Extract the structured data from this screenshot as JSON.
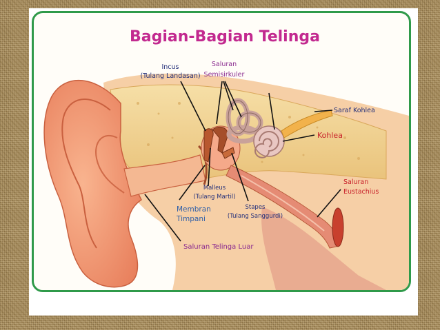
{
  "title": "Bagian-Bagian Telinga",
  "labels": {
    "incus_1": "Incus",
    "incus_2": "(Tulang Landasan)",
    "semisirkuler_1": "Saluran",
    "semisirkuler_2": "Semisirkuler",
    "saraf_kohlea": "Saraf Kohlea",
    "kohlea": "Kohlea",
    "eustachius_1": "Saluran",
    "eustachius_2": "Eustachius",
    "malleus_1": "Malleus",
    "malleus_2": "(Tulang Martil)",
    "stapes_1": "Stapes",
    "stapes_2": "(Tulang Sanggurdi)",
    "membran_1": "Membran",
    "membran_2": "Timpani",
    "saluran_luar": "Saluran Telinga Luar"
  },
  "colors": {
    "title": "#c2298f",
    "frame": "#2f9a4a",
    "background": "#a88f62"
  }
}
